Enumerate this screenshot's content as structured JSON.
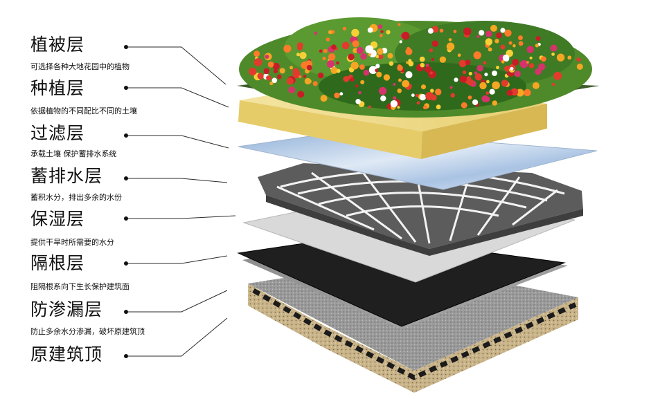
{
  "layers": [
    {
      "title": "植被层",
      "desc": "可选择各种大地花园中的植物",
      "color": "#4f8a2a"
    },
    {
      "title": "种植层",
      "desc": "依据植物的不同配比不同的土壤",
      "color": "#f0dc86"
    },
    {
      "title": "过滤层",
      "desc": "承载土壤 保护蓄排水系统",
      "color": "#aec6e6"
    },
    {
      "title": "蓄排水层",
      "desc": "蓄积水分，排出多余的水份",
      "color": "#555555"
    },
    {
      "title": "保湿层",
      "desc": "提供干旱时所需要的水分",
      "color": "#d8d8d8"
    },
    {
      "title": "隔根层",
      "desc": "阻隔根系向下生长保护建筑面",
      "color": "#222222"
    },
    {
      "title": "防渗漏层",
      "desc": "防止多余水分渗漏，破坏原建筑顶",
      "color": "#9a9a9a"
    },
    {
      "title": "原建筑顶",
      "desc": "",
      "color": "#c9b48a"
    }
  ]
}
